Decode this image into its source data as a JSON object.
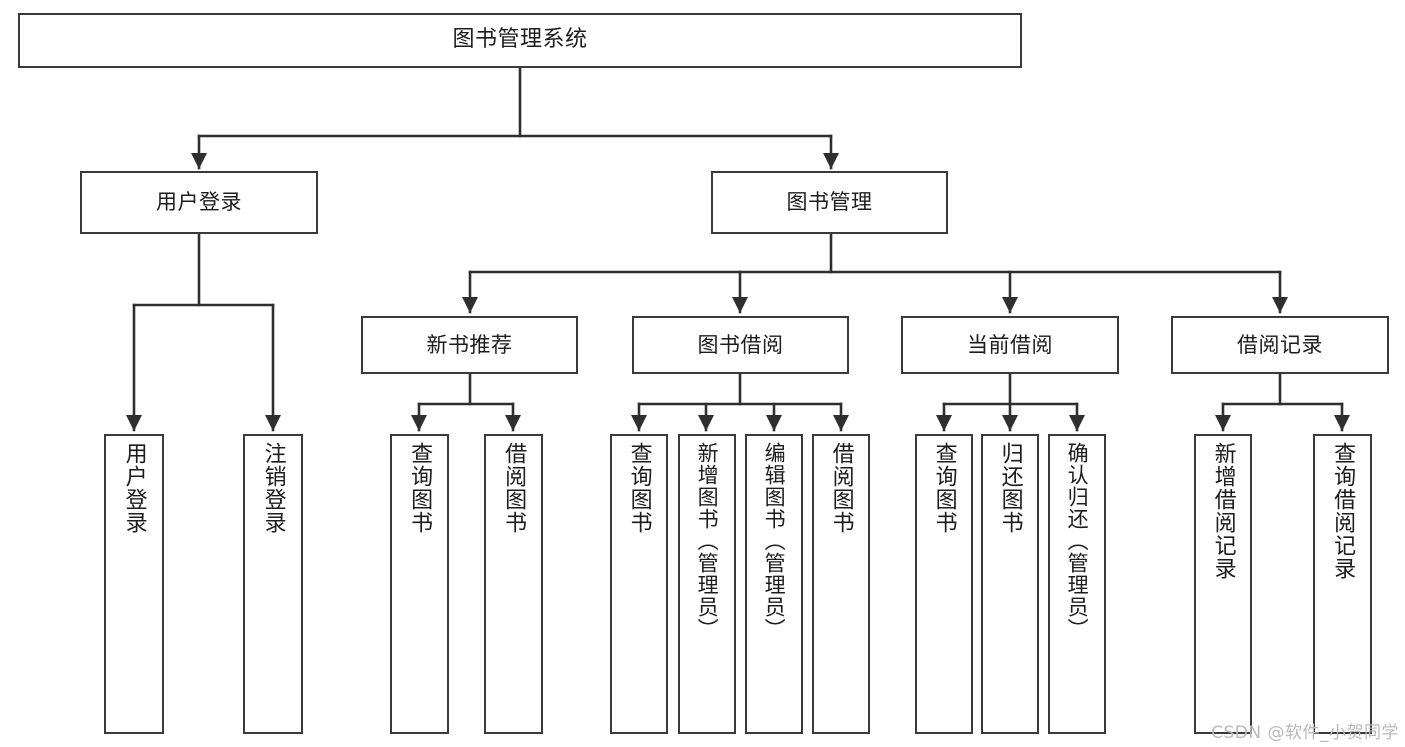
{
  "diagram": {
    "type": "tree-hierarchy-chart",
    "title": "图书管理系统",
    "colors": {
      "border": "#3a3a3c",
      "edge": "#2f2f31",
      "background": "#ffffff",
      "text": "#1c1c1e",
      "watermark": "#b9b9bb"
    },
    "root": {
      "label": "图书管理系统"
    },
    "level2": [
      {
        "label": "用户登录"
      },
      {
        "label": "图书管理"
      }
    ],
    "level3": [
      {
        "label": "新书推荐"
      },
      {
        "label": "图书借阅"
      },
      {
        "label": "当前借阅"
      },
      {
        "label": "借阅记录"
      }
    ],
    "leaves": {
      "user_login": [
        {
          "label": "用户登录"
        },
        {
          "label": "注销登录"
        }
      ],
      "new_book_recommend": [
        {
          "label": "查询图书"
        },
        {
          "label": "借阅图书"
        }
      ],
      "book_borrow": [
        {
          "label": "查询图书"
        },
        {
          "label": "新增图书（管理员）"
        },
        {
          "label": "编辑图书（管理员）"
        },
        {
          "label": "借阅图书"
        }
      ],
      "current_borrow": [
        {
          "label": "查询图书"
        },
        {
          "label": "归还图书"
        },
        {
          "label": "确认归还（管理员）"
        }
      ],
      "borrow_record": [
        {
          "label": "新增借阅记录"
        },
        {
          "label": "查询借阅记录"
        }
      ]
    }
  },
  "watermark": {
    "text": "CSDN @软件_小贺同学"
  }
}
